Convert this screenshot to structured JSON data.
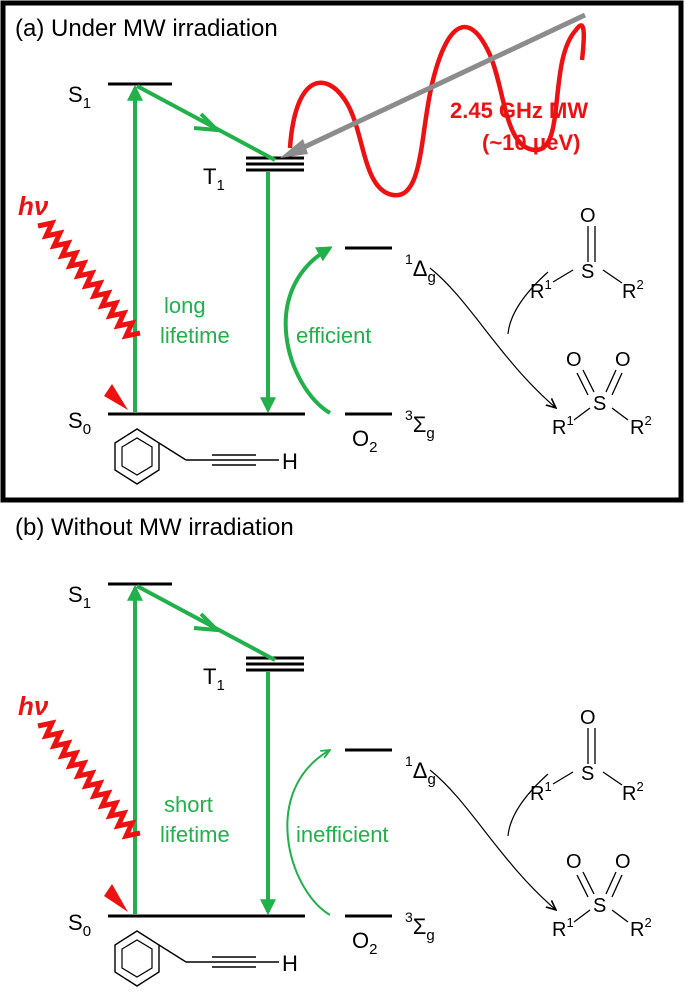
{
  "panel_a": {
    "title": "(a) Under MW irradiation",
    "s1": "S",
    "s1_sub": "1",
    "t1": "T",
    "t1_sub": "1",
    "s0": "S",
    "s0_sub": "0",
    "hv": "hν",
    "lifetime_1": "long",
    "lifetime_2": "lifetime",
    "transfer": "efficient",
    "mw_1": "2.45 GHz MW",
    "mw_2": "(~10 μeV)",
    "singlet_sup": "1",
    "singlet": "Δ",
    "singlet_sub": "g",
    "o2": "O",
    "o2_sub": "2",
    "triplet_sup": "3",
    "triplet": "Σ",
    "triplet_sub": "g",
    "mol_h": "H",
    "sulfoxide": {
      "s": "S",
      "o": "O",
      "r1": "R",
      "r1_sup": "1",
      "r2": "R",
      "r2_sup": "2"
    },
    "sulfone": {
      "s": "S",
      "o1": "O",
      "o2": "O",
      "r1": "R",
      "r1_sup": "1",
      "r2": "R",
      "r2_sup": "2"
    }
  },
  "panel_b": {
    "title": "(b) Without MW irradiation",
    "s1": "S",
    "s1_sub": "1",
    "t1": "T",
    "t1_sub": "1",
    "s0": "S",
    "s0_sub": "0",
    "hv": "hν",
    "lifetime_1": "short",
    "lifetime_2": "lifetime",
    "transfer": "inefficient",
    "singlet_sup": "1",
    "singlet": "Δ",
    "singlet_sub": "g",
    "o2": "O",
    "o2_sub": "2",
    "triplet_sup": "3",
    "triplet": "Σ",
    "triplet_sub": "g",
    "mol_h": "H",
    "sulfoxide": {
      "s": "S",
      "o": "O",
      "r1": "R",
      "r1_sup": "1",
      "r2": "R",
      "r2_sup": "2"
    },
    "sulfone": {
      "s": "S",
      "o1": "O",
      "o2": "O",
      "r1": "R",
      "r1_sup": "1",
      "r2": "R",
      "r2_sup": "2"
    }
  },
  "colors": {
    "green": "#22b04b",
    "red": "#ee1111",
    "gray": "#8c8c8c"
  }
}
